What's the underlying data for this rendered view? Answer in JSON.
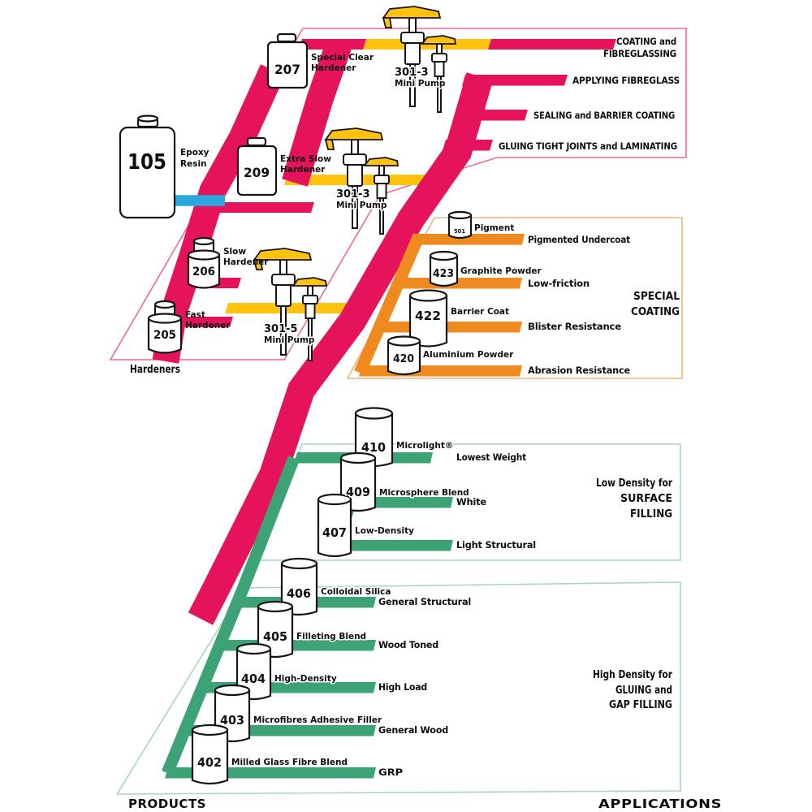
{
  "footer": {
    "products": "PRODUCTS",
    "applications": "APPLICATIONS"
  },
  "hardeners_caption": "Hardeners",
  "resin": {
    "code": "105",
    "name_line1": "Epoxy",
    "name_line2": "Resin"
  },
  "hardeners": {
    "h207": {
      "code": "207",
      "name_line1": "Special Clear",
      "name_line2": "Hardener"
    },
    "h209": {
      "code": "209",
      "name_line1": "Extra Slow",
      "name_line2": "Hardener"
    },
    "h206": {
      "code": "206",
      "name_line1": "Slow",
      "name_line2": "Hardener"
    },
    "h205": {
      "code": "205",
      "name_line1": "Fast",
      "name_line2": "Hardener"
    }
  },
  "pumps": {
    "top": {
      "code": "301-3",
      "name": "Mini Pump"
    },
    "middle": {
      "code": "301-3",
      "name": "Mini Pump"
    },
    "bottom": {
      "code": "301-5",
      "name": "Mini Pump"
    }
  },
  "coating_additives": {
    "c501": {
      "code": "501",
      "name": "Pigment"
    },
    "c423": {
      "code": "423",
      "name": "Graphite Powder"
    },
    "c422": {
      "code": "422",
      "name": "Barrier Coat"
    },
    "c420": {
      "code": "420",
      "name": "Aluminium Powder"
    }
  },
  "fillers_low_density": {
    "c410": {
      "code": "410",
      "name": "Microlight®"
    },
    "c409": {
      "code": "409",
      "name": "Microsphere Blend"
    },
    "c407": {
      "code": "407",
      "name": "Low-Density"
    }
  },
  "fillers_high_density": {
    "c406": {
      "code": "406",
      "name": "Colloidal Silica"
    },
    "c405": {
      "code": "405",
      "name": "Filleting Blend"
    },
    "c404": {
      "code": "404",
      "name": "High-Density"
    },
    "c403": {
      "code": "403",
      "name": "Microfibres Adhesive Filler"
    },
    "c402": {
      "code": "402",
      "name": "Milled Glass Fibre Blend"
    }
  },
  "applications": {
    "epoxy": {
      "coating_line1": "COATING and",
      "coating_line2": "FIBREGLASSING",
      "applying": "APPLYING FIBREGLASS",
      "sealing": "SEALING and BARRIER COATING",
      "gluing": "GLUING TIGHT JOINTS and LAMINATING"
    },
    "special_coating": {
      "title_line1": "SPECIAL",
      "title_line2": "COATING",
      "items": {
        "pigmented": "Pigmented Undercoat",
        "low_friction": "Low-friction",
        "blister": "Blister Resistance",
        "abrasion": "Abrasion Resistance"
      }
    },
    "surface_filling": {
      "title_line1": "Low Density for",
      "title_line2": "SURFACE",
      "title_line3": "FILLING",
      "items": {
        "lowest_weight": "Lowest Weight",
        "white": "White",
        "light_structural": "Light Structural"
      }
    },
    "gap_filling": {
      "title_line1": "High Density for",
      "title_line2": "GLUING and",
      "title_line3": "GAP FILLING",
      "items": {
        "general_structural": "General Structural",
        "wood_toned": "Wood Toned",
        "high_load": "High Load",
        "general_wood": "General Wood",
        "grp": "GRP"
      }
    }
  },
  "colors": {
    "epoxy_line": "#E4135C",
    "pump_line": "#FFC20E",
    "resin_line": "#2BA7DE",
    "coating_line": "#EE8A1F",
    "filler_line": "#3DA376",
    "epoxy_box_border": "#EE6B8E",
    "coating_box_border": "#F3B27B",
    "filler_box_border": "#A9D6BF"
  }
}
